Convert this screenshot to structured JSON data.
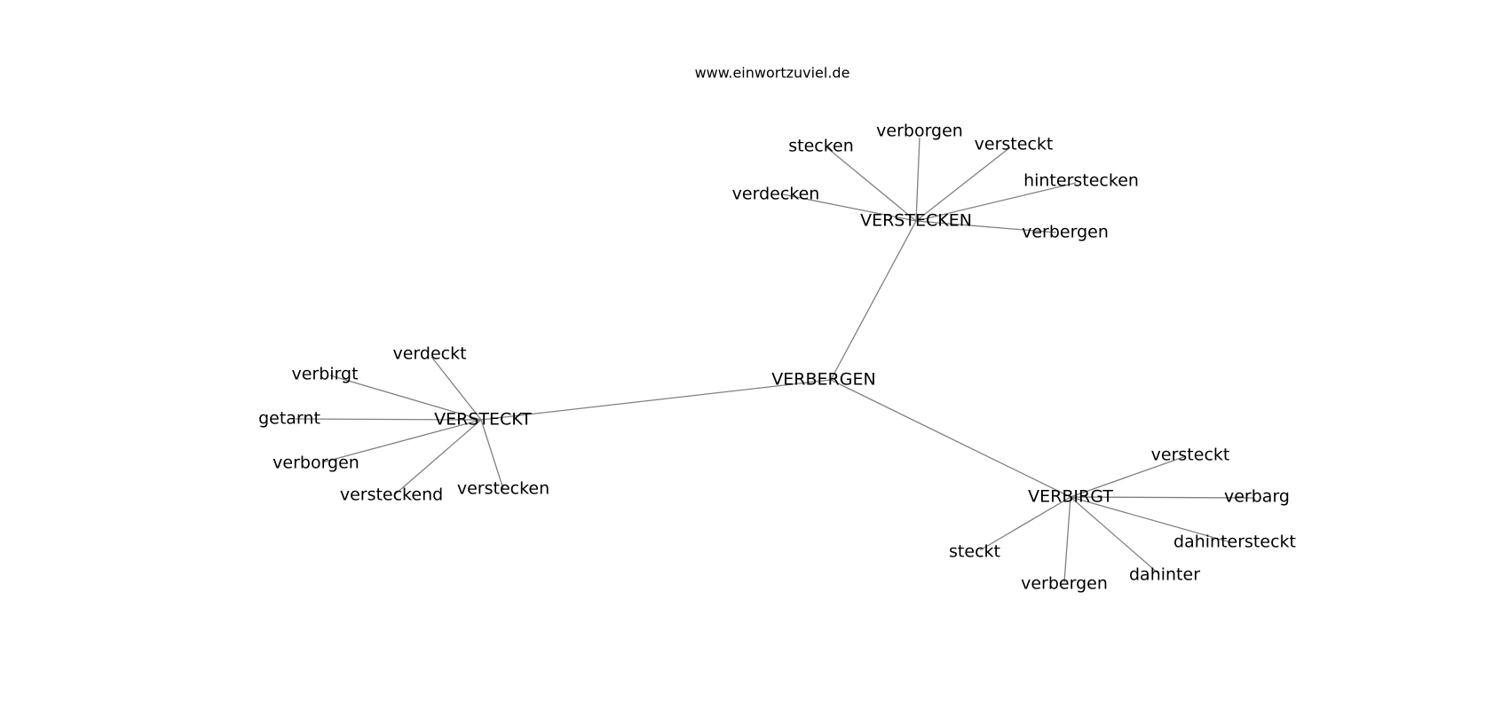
{
  "header": {
    "site": "www.einwortzuviel.de"
  },
  "colors": {
    "edge": "#808080",
    "text": "#000000",
    "background": "#ffffff"
  },
  "graph": {
    "nodes": [
      {
        "id": "verbergen_center",
        "label": "VERBERGEN"
      },
      {
        "id": "verstecken_hub",
        "label": "VERSTECKEN"
      },
      {
        "id": "versteckt_hub",
        "label": "VERSTECKT"
      },
      {
        "id": "verbirgt_hub",
        "label": "VERBIRGT"
      },
      {
        "id": "stecken",
        "label": "stecken"
      },
      {
        "id": "verborgen_a",
        "label": "verborgen"
      },
      {
        "id": "versteckt_a",
        "label": "versteckt"
      },
      {
        "id": "hinterstecken",
        "label": "hinterstecken"
      },
      {
        "id": "verdecken",
        "label": "verdecken"
      },
      {
        "id": "verbergen_a",
        "label": "verbergen"
      },
      {
        "id": "verdeckt",
        "label": "verdeckt"
      },
      {
        "id": "verbirgt",
        "label": "verbirgt"
      },
      {
        "id": "getarnt",
        "label": "getarnt"
      },
      {
        "id": "verborgen_b",
        "label": "verborgen"
      },
      {
        "id": "versteckend",
        "label": "versteckend"
      },
      {
        "id": "verstecken",
        "label": "verstecken"
      },
      {
        "id": "versteckt_b",
        "label": "versteckt"
      },
      {
        "id": "verbarg",
        "label": "verbarg"
      },
      {
        "id": "dahintersteckt",
        "label": "dahintersteckt"
      },
      {
        "id": "dahinter",
        "label": "dahinter"
      },
      {
        "id": "verbergen_b",
        "label": "verbergen"
      },
      {
        "id": "steckt",
        "label": "steckt"
      }
    ],
    "edges": [
      [
        "verbergen_center",
        "verstecken_hub"
      ],
      [
        "verbergen_center",
        "versteckt_hub"
      ],
      [
        "verbergen_center",
        "verbirgt_hub"
      ],
      [
        "verstecken_hub",
        "stecken"
      ],
      [
        "verstecken_hub",
        "verborgen_a"
      ],
      [
        "verstecken_hub",
        "versteckt_a"
      ],
      [
        "verstecken_hub",
        "hinterstecken"
      ],
      [
        "verstecken_hub",
        "verdecken"
      ],
      [
        "verstecken_hub",
        "verbergen_a"
      ],
      [
        "versteckt_hub",
        "verdeckt"
      ],
      [
        "versteckt_hub",
        "verbirgt"
      ],
      [
        "versteckt_hub",
        "getarnt"
      ],
      [
        "versteckt_hub",
        "verborgen_b"
      ],
      [
        "versteckt_hub",
        "versteckend"
      ],
      [
        "versteckt_hub",
        "verstecken"
      ],
      [
        "verbirgt_hub",
        "versteckt_b"
      ],
      [
        "verbirgt_hub",
        "verbarg"
      ],
      [
        "verbirgt_hub",
        "dahintersteckt"
      ],
      [
        "verbirgt_hub",
        "dahinter"
      ],
      [
        "verbirgt_hub",
        "verbergen_b"
      ],
      [
        "verbirgt_hub",
        "steckt"
      ]
    ]
  }
}
